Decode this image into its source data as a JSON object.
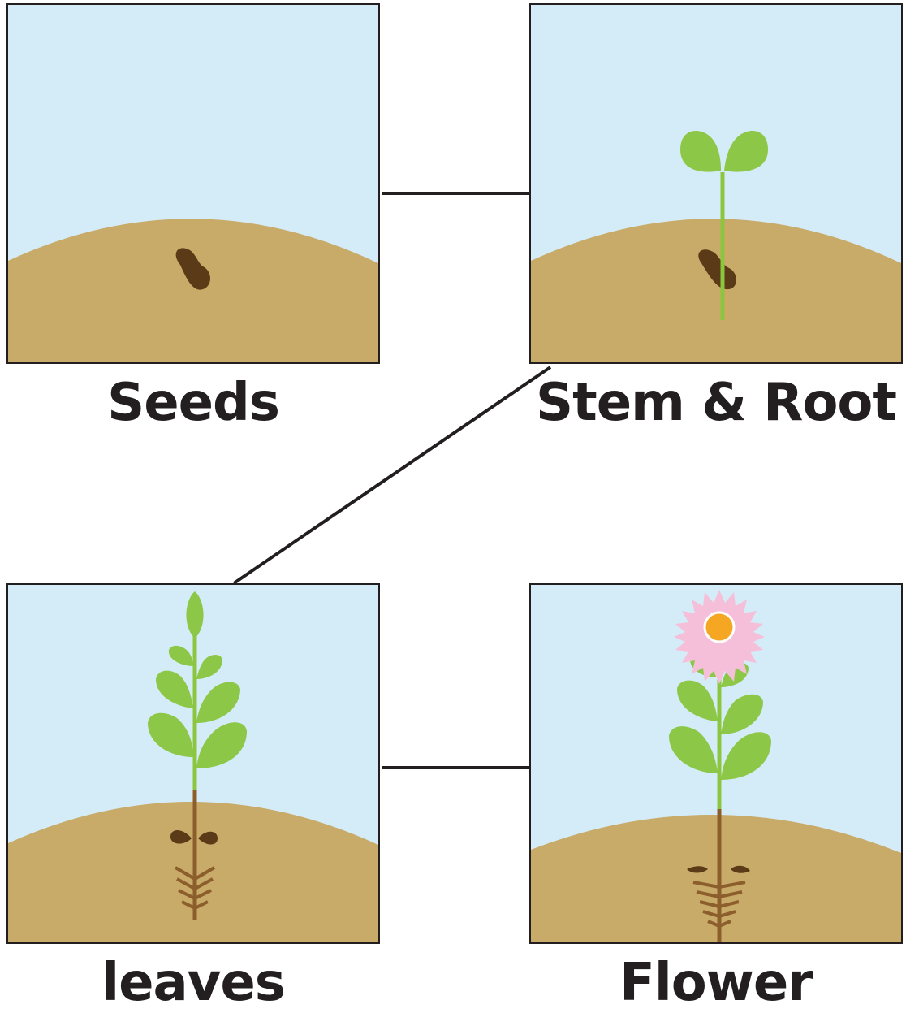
{
  "title": "",
  "colors": {
    "sky": "#d4ecf7",
    "soil": "#c8aa69",
    "seed": "#5a3a17",
    "stem": "#8cc63f",
    "leaf": "#8dc747",
    "root": "#8b5e2b",
    "petal": "#f6bfd9",
    "flower_center": "#f5a623",
    "border": "#231f20"
  },
  "stages": [
    {
      "label": "Seeds",
      "illustration": "seed-in-soil"
    },
    {
      "label": "Stem & Root",
      "illustration": "sprout"
    },
    {
      "label": "leaves",
      "illustration": "leafy-plant"
    },
    {
      "label": "Flower",
      "illustration": "flowering-plant"
    }
  ]
}
